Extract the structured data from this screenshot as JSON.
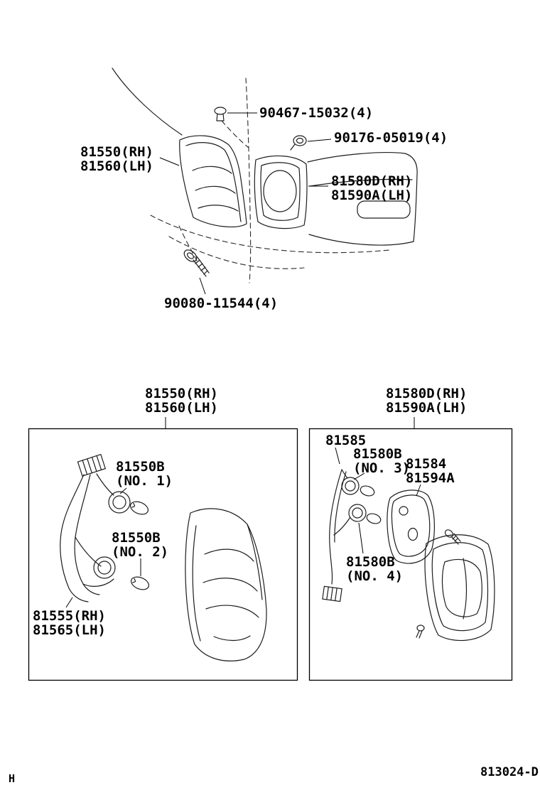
{
  "footer": {
    "page_letter": "H",
    "figure_code": "813024-D"
  },
  "top": {
    "clip_part": "90467-15032(4)",
    "nut_part": "90176-05019(4)",
    "outer_lamp_rh": "81550(RH)",
    "outer_lamp_lh": "81560(LH)",
    "inner_lamp_rh": "81580D(RH)",
    "inner_lamp_lh": "81590A(LH)",
    "bolt_part": "90080-11544(4)"
  },
  "left_box": {
    "title_rh": "81550(RH)",
    "title_lh": "81560(LH)",
    "bulb1_part": "81550B",
    "bulb1_no": "(NO. 1)",
    "bulb2_part": "81550B",
    "bulb2_no": "(NO. 2)",
    "cord_rh": "81555(RH)",
    "cord_lh": "81565(LH)"
  },
  "right_box": {
    "title_rh": "81580D(RH)",
    "title_lh": "81590A(LH)",
    "cord_part": "81585",
    "bulb3_part": "81580B",
    "bulb3_no": "(NO. 3)",
    "gasket_part": "81584",
    "body_gasket_part": "81594A",
    "bulb4_part": "81580B",
    "bulb4_no": "(NO. 4)"
  }
}
